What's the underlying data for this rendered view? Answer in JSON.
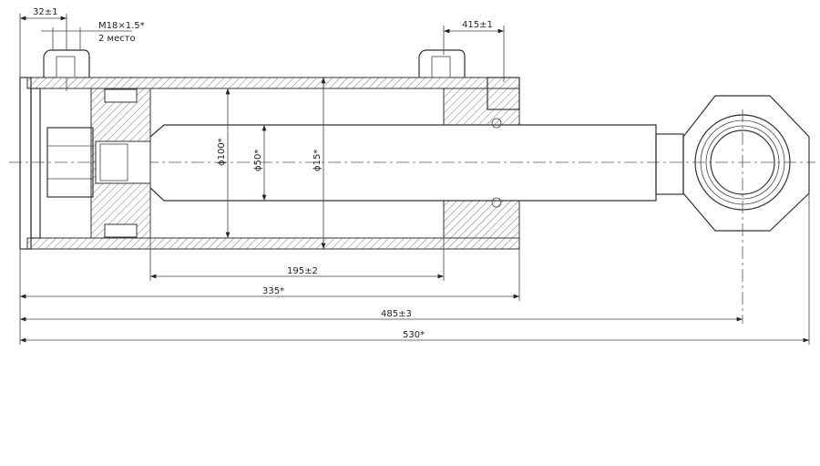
{
  "drawing": {
    "title": "Hydraulic cylinder",
    "dimensions": {
      "port_offset": "32±1",
      "port_thread": "M18×1.5*",
      "port_count": "2 место",
      "head_port_offset": "415±1",
      "bore_diameter": "ϕ100*",
      "rod_diameter": "ϕ50*",
      "tube_outer_diameter": "ϕ15*",
      "stroke": "195±2",
      "tube_length": "335*",
      "pin_center_length": "485±3",
      "overall_length": "530*"
    }
  }
}
